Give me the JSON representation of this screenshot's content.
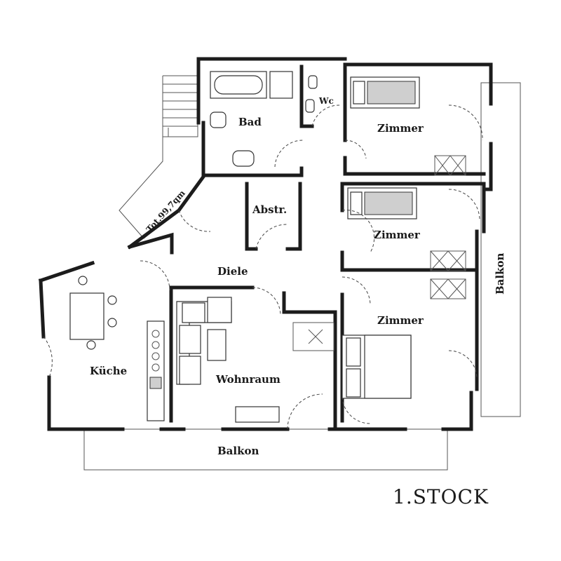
{
  "floor_title": "1.STOCK",
  "total_area": "Tot.99,7qm",
  "rooms": {
    "bad": "Bad",
    "wc": "Wc",
    "zimmer_1": "Zimmer",
    "zimmer_2": "Zimmer",
    "zimmer_3": "Zimmer",
    "abstr": "Abstr.",
    "diele": "Diele",
    "kueche": "Küche",
    "wohnraum": "Wohnraum",
    "balkon_south": "Balkon",
    "balkon_east": "Balkon"
  },
  "colors": {
    "line": "#1c1c1c",
    "background": "#ffffff"
  }
}
